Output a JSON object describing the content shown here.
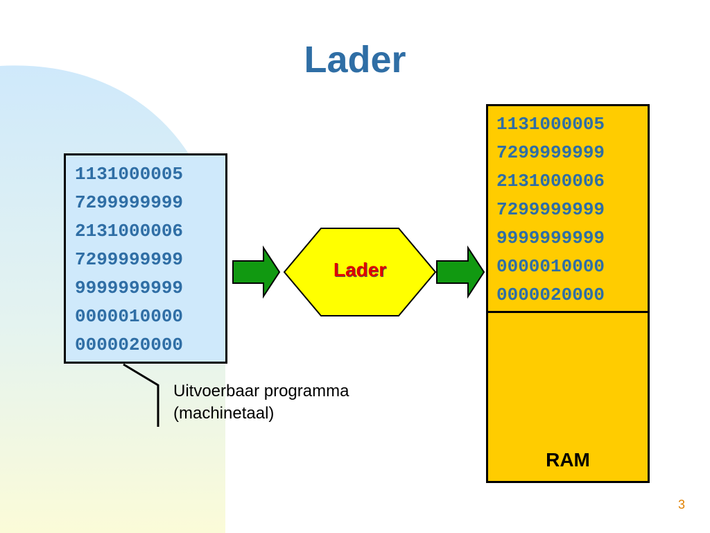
{
  "title": "Lader",
  "program": {
    "lines": [
      "1131000005",
      "7299999999",
      "2131000006",
      "7299999999",
      "9999999999",
      "0000010000",
      "0000020000"
    ]
  },
  "loader": {
    "label": "Lader"
  },
  "ram": {
    "lines": [
      "1131000005",
      "7299999999",
      "2131000006",
      "7299999999",
      "9999999999",
      "0000010000",
      "0000020000"
    ],
    "label": "RAM"
  },
  "callout": {
    "line1": "Uitvoerbaar programma",
    "line2": "(machinetaal)"
  },
  "page_number": "3",
  "colors": {
    "title": "#2f6ea5",
    "program_bg": "#cfe9fb",
    "ram_bg": "#ffcc00",
    "loader_fill": "#ffff00",
    "loader_text": "#e00000",
    "arrow": "#119911"
  }
}
